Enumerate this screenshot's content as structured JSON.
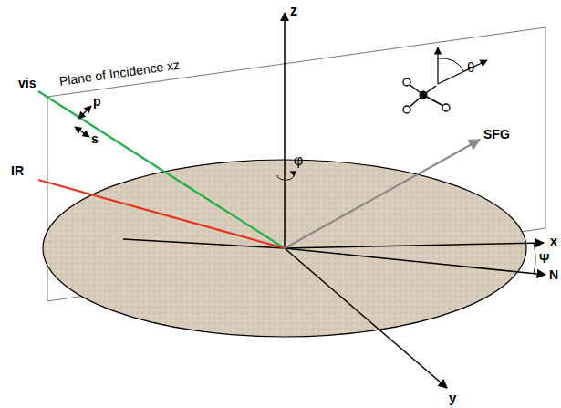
{
  "diagram": {
    "labels": [
      "Plane of Incidence xz",
      "z",
      "vis",
      "p",
      "s",
      "IR",
      "SFG",
      "φ",
      "θ",
      "x",
      "Ψ",
      "N",
      "y"
    ]
  }
}
